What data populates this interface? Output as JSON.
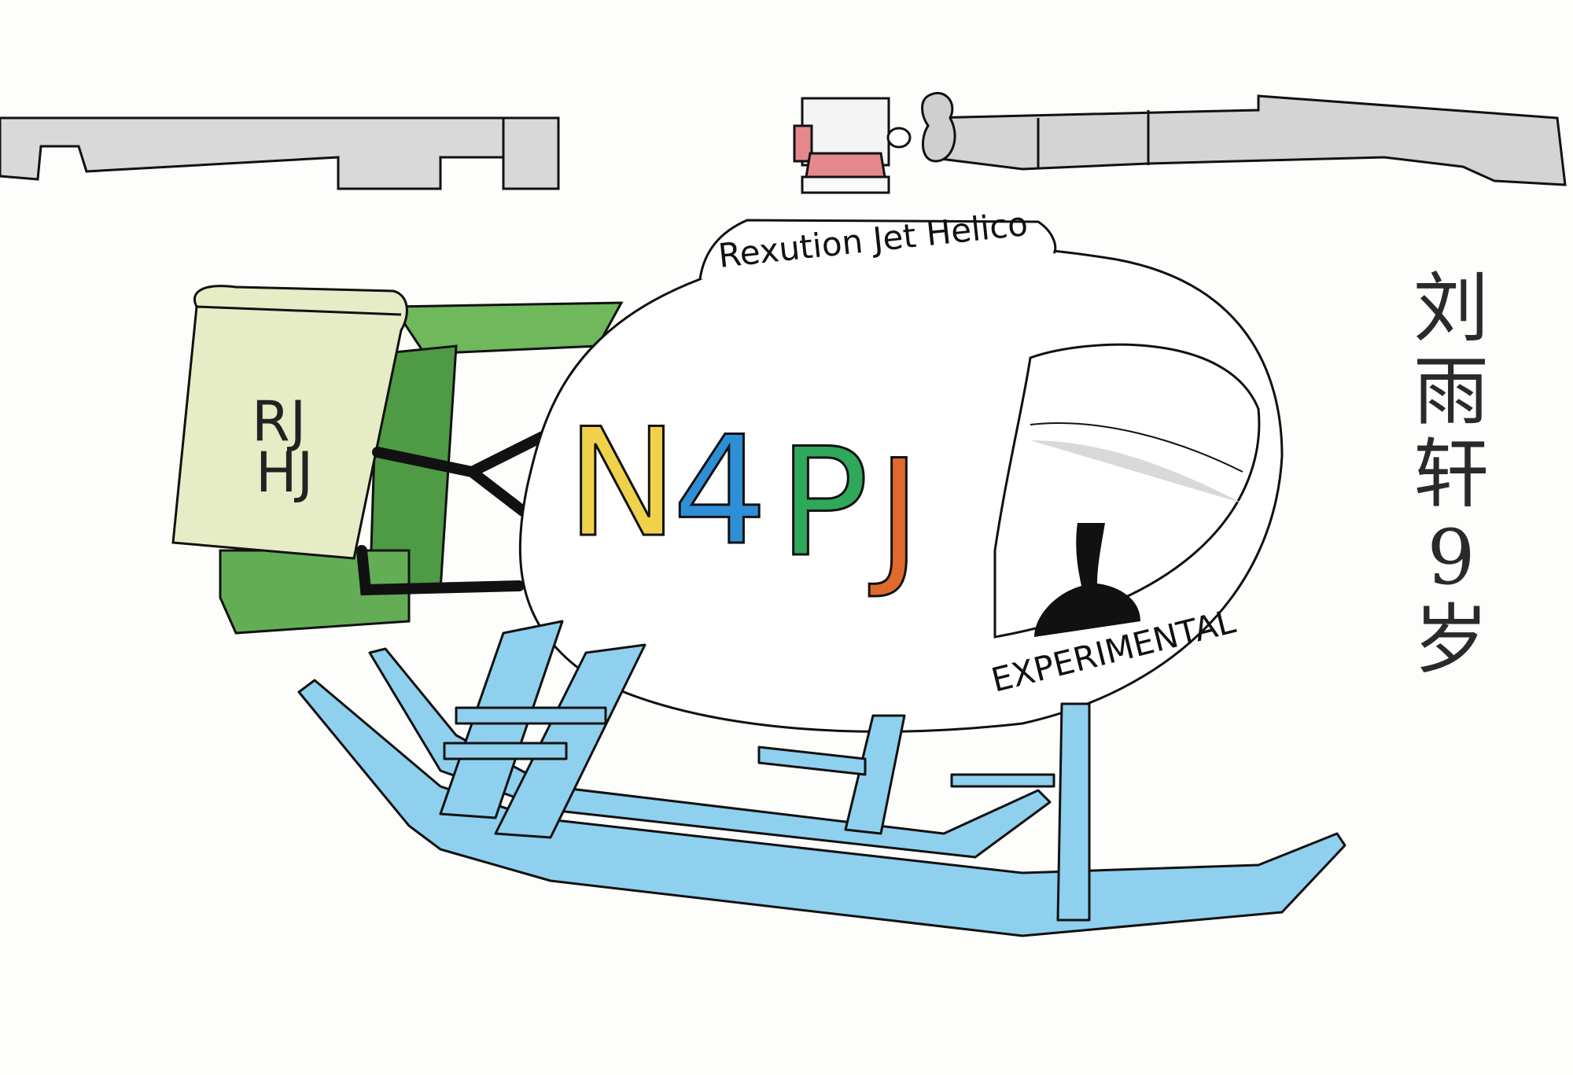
{
  "drawing": {
    "registration": "N4PJ",
    "registration_colors": [
      "#f0d24a",
      "#2f8fd6",
      "#2fa85a",
      "#e0692e"
    ],
    "brand": "Rexution Jet Helico",
    "label": "EXPERIMENTAL",
    "tail_logo": {
      "top": "RJ",
      "bottom": "HJ"
    },
    "signature": [
      "刘",
      "雨",
      "轩",
      "9",
      "岁"
    ]
  },
  "colors": {
    "rotor": "#cfcfcf",
    "ink": "#111111",
    "tail_light": "#d8e79a",
    "tail_green": "#5aa84a",
    "skids": "#8fd0ee",
    "red_beacon": "#e4888e"
  }
}
